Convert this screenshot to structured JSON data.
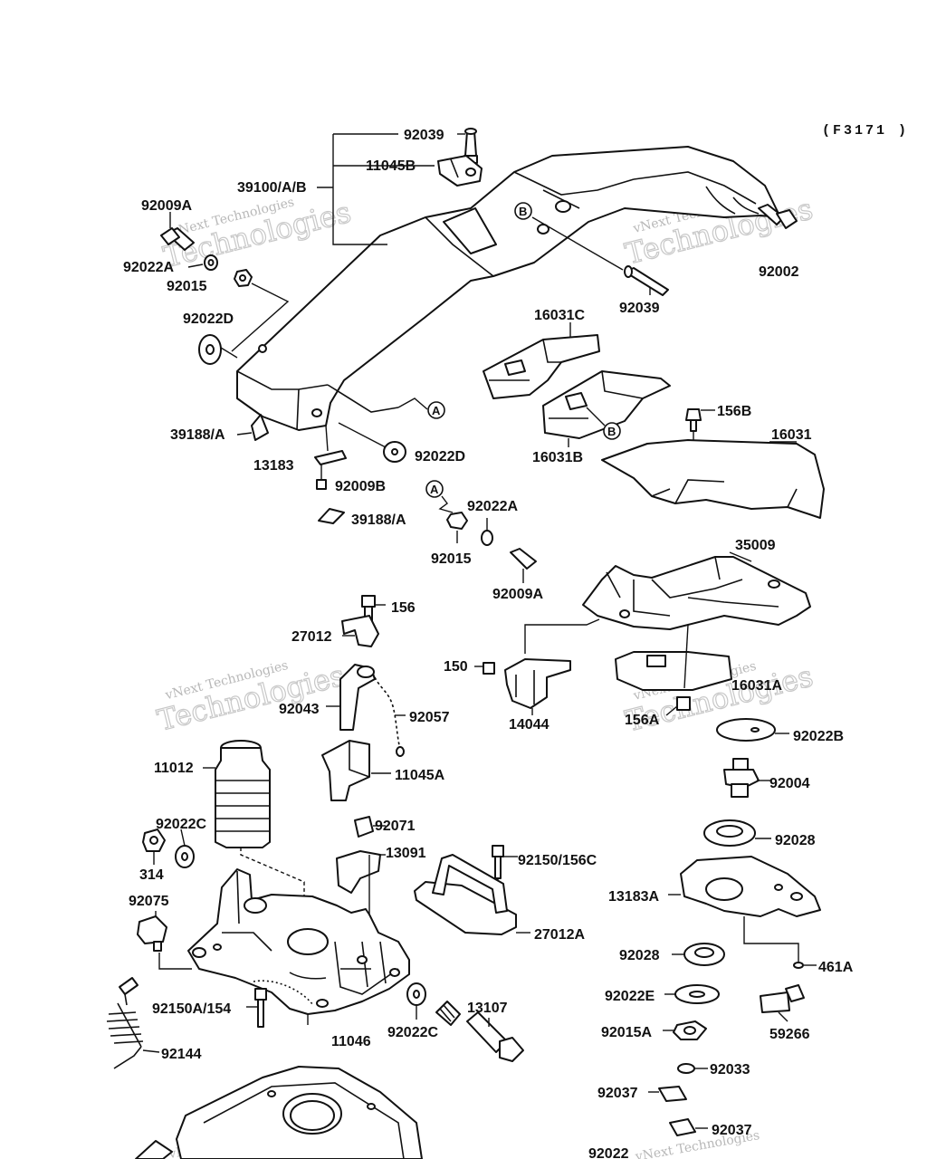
{
  "diagram": {
    "code": "(F3171 )",
    "watermark": {
      "line1": "vNext Technologies",
      "line2": "Technologies"
    },
    "markers": {
      "a": "A",
      "b": "B"
    },
    "labels": {
      "l92039a": "92039",
      "l11045b": "11045B",
      "l39100": "39100/A/B",
      "l92009a1": "92009A",
      "l92022a1": "92022A",
      "l92015a": "92015",
      "l92022d1": "92022D",
      "l39188a1": "39188/A",
      "l13183": "13183",
      "l92009b": "92009B",
      "l39188a2": "39188/A",
      "l92022d2": "92022D",
      "l92022a2": "92022A",
      "l92015b": "92015",
      "l92009a2": "92009A",
      "l92002": "92002",
      "l92039b": "92039",
      "l16031c": "16031C",
      "l16031b": "16031B",
      "l156b": "156B",
      "l16031": "16031",
      "l35009": "35009",
      "l156": "156",
      "l27012": "27012",
      "l150": "150",
      "l14044": "14044",
      "l16031a": "16031A",
      "l156a": "156A",
      "l92022b": "92022B",
      "l92043": "92043",
      "l92057": "92057",
      "l11045a": "11045A",
      "l11012": "11012",
      "l92004": "92004",
      "l92071": "92071",
      "l92022c1": "92022C",
      "l314": "314",
      "l13091": "13091",
      "l92150": "92150/156C",
      "l92028a": "92028",
      "l92075": "92075",
      "l13183a": "13183A",
      "l27012a": "27012A",
      "l92028b": "92028",
      "l461a": "461A",
      "l92150a": "92150A/154",
      "l13107": "13107",
      "l92022e": "92022E",
      "l92022c2": "92022C",
      "l11046": "11046",
      "l59266": "59266",
      "l92015a2": "92015A",
      "l92144": "92144",
      "l92033": "92033",
      "l92037a": "92037",
      "l92037b": "92037",
      "l92022x": "92022"
    }
  }
}
